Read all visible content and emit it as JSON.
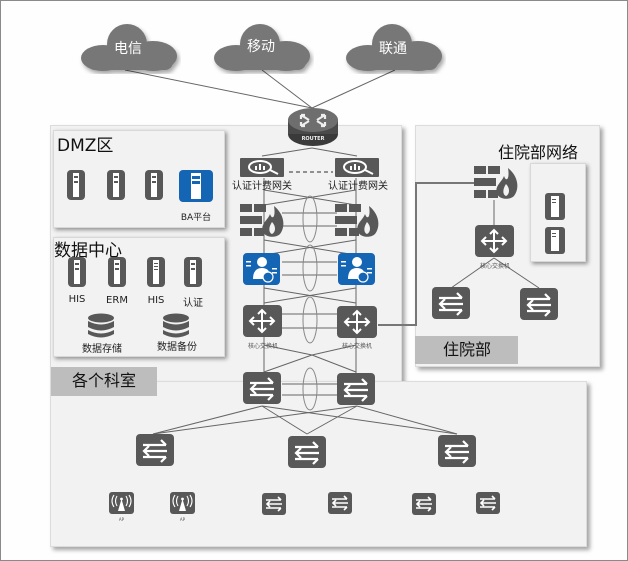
{
  "clouds": [
    {
      "label": "电信"
    },
    {
      "label": "移动"
    },
    {
      "label": "联通"
    }
  ],
  "router": {
    "label": "ROUTER"
  },
  "dmz": {
    "title": "DMZ区",
    "servers": [
      {
        "label": ""
      },
      {
        "label": ""
      },
      {
        "label": ""
      },
      {
        "label": "BA平台"
      }
    ]
  },
  "datacenter": {
    "title": "数据中心",
    "servers": [
      {
        "label": "HIS"
      },
      {
        "label": "ERM"
      },
      {
        "label": "HIS"
      },
      {
        "label": "认证"
      }
    ],
    "storage": [
      {
        "label": "数据存储"
      },
      {
        "label": "数据备份"
      }
    ]
  },
  "core": {
    "gateways": [
      {
        "label": "认证计费网关"
      },
      {
        "label": "认证计费网关"
      }
    ],
    "core_switches": [
      {
        "label": "核心交换机"
      },
      {
        "label": "核心交换机"
      }
    ]
  },
  "inpatient": {
    "title": "住院部网络",
    "label": "住院部",
    "core_switch_label": "核心交换机"
  },
  "departments": {
    "label": "各个科室",
    "aps": [
      {
        "label": "AP"
      },
      {
        "label": "AP"
      }
    ]
  },
  "colors": {
    "device_gray": "#585858",
    "device_blue": "#1565b5",
    "cloud_gray": "#777777",
    "panel_bg": "#f2f2f2",
    "label_gray": "#bdbdbd"
  }
}
